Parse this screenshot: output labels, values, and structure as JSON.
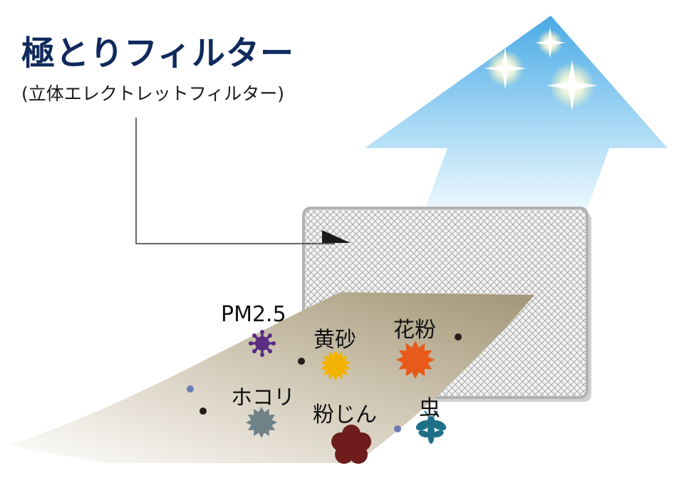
{
  "title": "極とりフィルター",
  "subtitle": "(立体エレクトレットフィルター)",
  "particles": {
    "pm25": "PM2.5",
    "yellow_sand": "黄砂",
    "pollen": "花粉",
    "dust": "ホコリ",
    "fine_dust": "粉じん",
    "insect": "虫"
  },
  "colors": {
    "title": "#0f2a5c",
    "pm25": "#5a2d82",
    "yellow_sand": "#f2b300",
    "pollen": "#e85a1a",
    "dust": "#6f8288",
    "fine_dust": "#6e1c1c",
    "insect": "#1f6f8a",
    "arrow_top": "#5fb6e8",
    "filter_mesh": "#b8b8b8",
    "airflow": "#a99e86"
  },
  "icons": [
    "virus-icon",
    "burst-icon",
    "flower-icon",
    "insect-icon",
    "sparkle-icon"
  ]
}
